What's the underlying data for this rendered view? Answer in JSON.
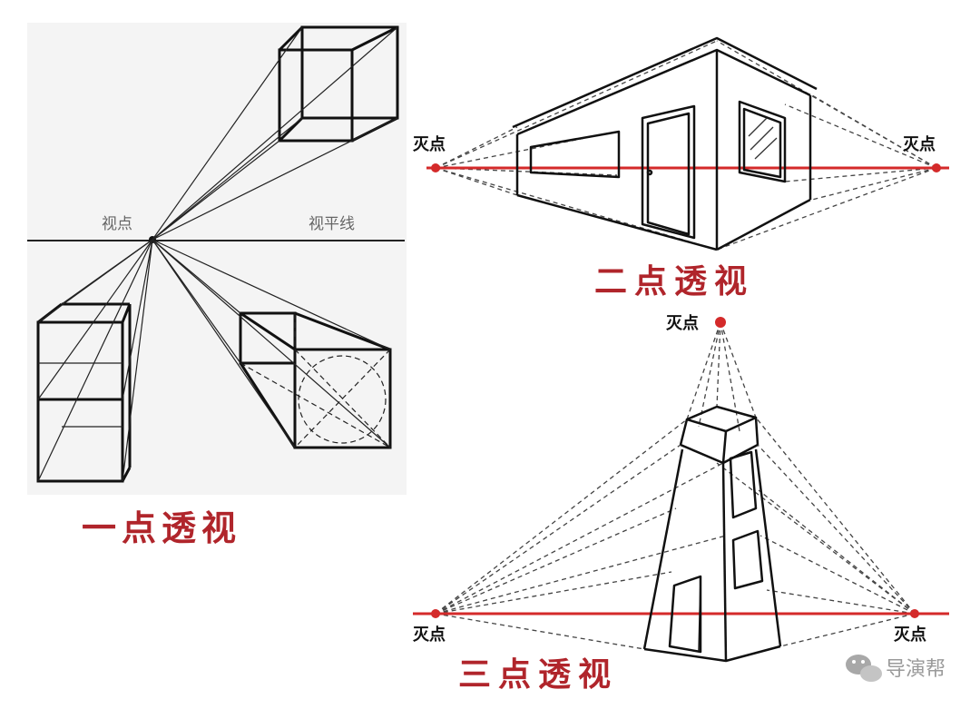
{
  "one_point": {
    "title": "一点透视",
    "viewpoint_label": "视点",
    "horizon_label": "视平线"
  },
  "two_point": {
    "title": "二点透视",
    "vp_left_label": "灭点",
    "vp_right_label": "灭点"
  },
  "three_point": {
    "title": "三点透视",
    "vp_top_label": "灭点",
    "vp_left_label": "灭点",
    "vp_right_label": "灭点"
  },
  "watermark": {
    "text": "导演帮"
  },
  "colors": {
    "accent_red": "#d42a2a",
    "title_red": "#b0252b",
    "ink": "#111111"
  }
}
